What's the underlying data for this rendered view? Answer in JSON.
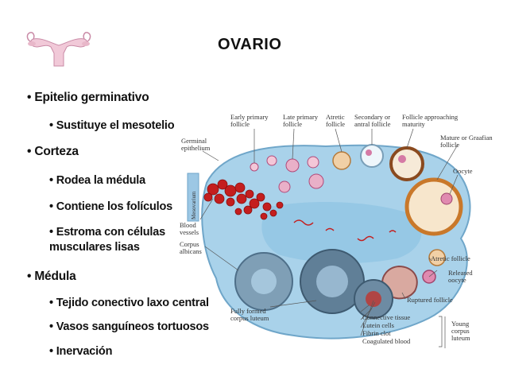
{
  "title": "OVARIO",
  "bullets": {
    "epitelio": "Epitelio germinativo",
    "sustituye": "Sustituye el mesotelio",
    "corteza": "Corteza",
    "rodea": "Rodea la médula",
    "contiene": "Contiene los folículos",
    "estroma": "Estroma con células musculares lisas",
    "medula": "Médula",
    "tejido": "Tejido conectivo laxo central",
    "vasos": "Vasos sanguíneos tortuosos",
    "inervacion": "Inervación"
  },
  "diagram_labels": {
    "early_primary_1": "Early primary",
    "early_primary_2": "follicle",
    "late_primary_1": "Late primary",
    "late_primary_2": "follicle",
    "atretic_1": "Atretic",
    "atretic_2": "follicle",
    "secondary_1": "Secondary or",
    "secondary_2": "antral follicle",
    "approaching_1": "Follicle approaching",
    "approaching_2": "maturity",
    "germinal_1": "Germinal",
    "germinal_2": "epithelium",
    "mature_1": "Mature or Graafian",
    "mature_2": "follicle",
    "oocyte": "Oocyte",
    "mesovarium": "Mesovarium",
    "blood_1": "Blood",
    "blood_2": "vessels",
    "corpus_alb_1": "Corpus",
    "corpus_alb_2": "albicans",
    "atretic_follicle": "Atretic follicle",
    "released_1": "Released",
    "released_2": "oocyte",
    "ruptured": "Ruptured follicle",
    "fully_1": "Fully formed",
    "fully_2": "corpus luteum",
    "connective": "Connective tissue",
    "lutein": "Lutein cells",
    "fibrin": "Fibrin clot",
    "coagulated": "Coagulated blood",
    "young_1": "Young",
    "young_2": "corpus",
    "young_3": "luteum"
  }
}
